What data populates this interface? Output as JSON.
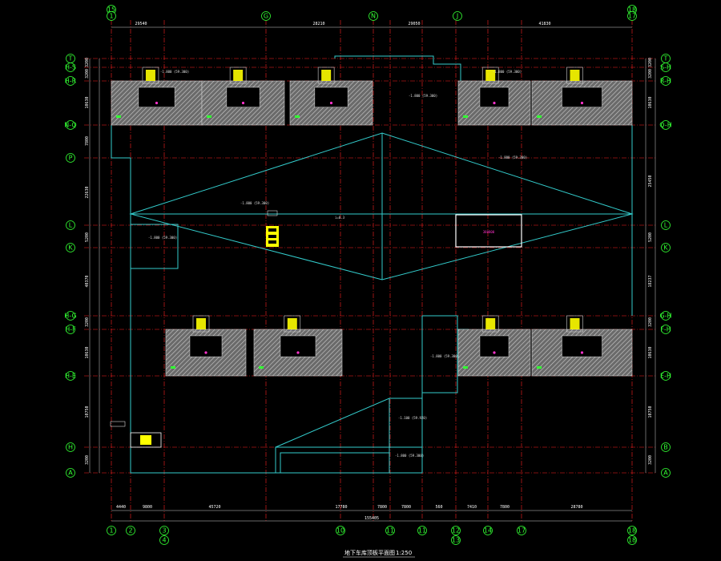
{
  "drawing": {
    "title": "地下车库顶板平面图",
    "scale": "1:250",
    "colors": {
      "background": "#000000",
      "grid_line": "#ff2020",
      "outline": "#33cccc",
      "bubble": "#33ff33",
      "dimension": "#ffffff",
      "hatch": "#bdbdbd",
      "stair": "#ffff00",
      "accent": "#ff33cc"
    },
    "top_dimensions": [
      "29540",
      "28210",
      "29050",
      "41830"
    ],
    "bottom_dimensions": [
      "4440",
      "9800",
      "45720",
      "17780",
      "7800",
      "7800",
      "560",
      "7410",
      "7800",
      "28780"
    ],
    "bottom_total": "155405",
    "left_dimensions": [
      "3200",
      "3200",
      "10630",
      "7800",
      "22630",
      "5200",
      "40370",
      "3200",
      "10630",
      "10750",
      "3200"
    ],
    "right_dimensions": [
      "3200",
      "3200",
      "10630",
      "25450",
      "5200",
      "18237",
      "3200",
      "10630",
      "10750",
      "3200"
    ],
    "top_axes_left": [
      "15",
      "1",
      "G",
      "N",
      "J"
    ],
    "top_axes_right": [
      "18",
      "17"
    ],
    "bottom_axes": [
      "1",
      "2",
      "3",
      "4",
      "10",
      "11",
      "11",
      "12",
      "13",
      "14",
      "17",
      "18"
    ],
    "left_axes": [
      "T",
      "H-S",
      "H-R",
      "N-Q",
      "P",
      "L",
      "K",
      "H-G",
      "H-F",
      "H-E",
      "H",
      "A"
    ],
    "right_axes": [
      "T",
      "S-H",
      "R-H",
      "Q-H",
      "L",
      "K",
      "G-H",
      "F-H",
      "E-H",
      "B",
      "A"
    ],
    "annotations": {
      "ramp": "—",
      "center": "i=0.3",
      "notes": [
        "-1.800 (59.300)",
        "-1.800 (59.300)",
        "-1.800 (59.300)",
        "-1.800 (59.300)",
        "-1.800 (59.300)",
        "-1.100 (59.920)",
        "-1.800 (59.300)",
        "-1.800 (59.300)",
        "-1.800 (59.300)"
      ],
      "magenta": "380800"
    }
  }
}
